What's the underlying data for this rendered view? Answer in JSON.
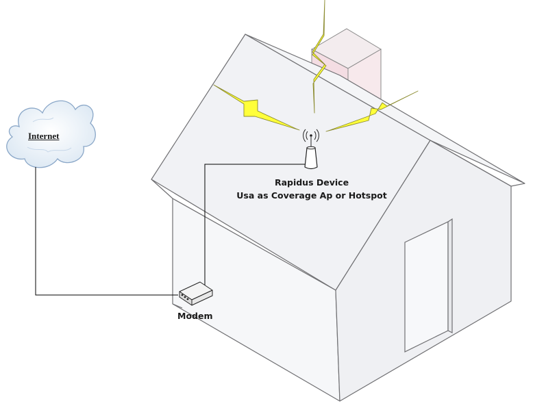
{
  "internet_label": "Internet",
  "device": {
    "title": "Rapidus Device",
    "subtitle": "Usa as Coverage Ap or Hotspot"
  },
  "modem_label": "Modem",
  "colors": {
    "house_fill": "#f3f4f6",
    "house_stroke": "#6f6f72",
    "chimney_fill": "#f6e6ea",
    "bolt_fill": "#ffff3a",
    "cloud_fill": "#eaf1f8",
    "cloud_stroke": "#8aa7c8",
    "wire": "#000000"
  }
}
